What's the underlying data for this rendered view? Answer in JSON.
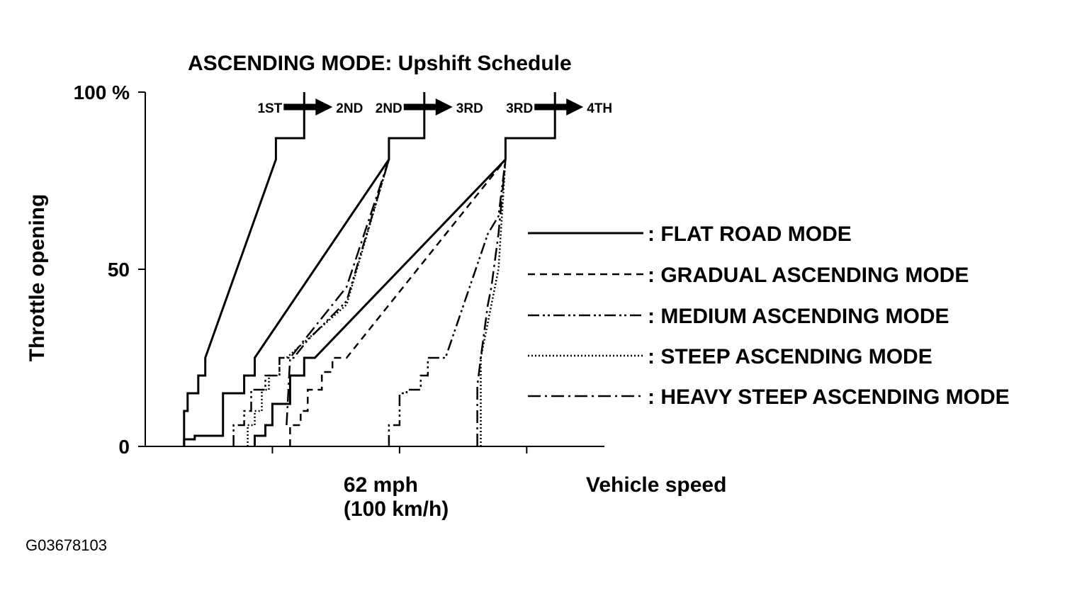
{
  "chart_data": {
    "type": "line",
    "title": "ASCENDING MODE: Upshift Schedule",
    "ylabel": "Throttle opening",
    "xlabel": "Vehicle speed",
    "ylim": [
      0,
      100
    ],
    "xlim": [
      0,
      130
    ],
    "yticks": [
      {
        "value": 0,
        "label": "0"
      },
      {
        "value": 50,
        "label": "50"
      },
      {
        "value": 100,
        "label": "100 %"
      }
    ],
    "xticks": [
      36,
      72,
      108
    ],
    "xtick_label": {
      "value": 72,
      "line1": "62 mph",
      "line2": "(100 km/h)"
    },
    "shift_labels": [
      {
        "from": "1ST",
        "to": "2ND"
      },
      {
        "from": "2ND",
        "to": "3RD"
      },
      {
        "from": "3RD",
        "to": "4TH"
      }
    ],
    "figure_id": "G03678103",
    "series": [
      {
        "name": "FLAT ROAD MODE",
        "style": "solid",
        "lines": [
          {
            "x": [
              11,
              11,
              12,
              12,
              15,
              15,
              17,
              17,
              37,
              37,
              45,
              45
            ],
            "y": [
              0,
              10,
              10,
              15,
              15,
              20,
              20,
              25,
              81,
              87,
              87,
              100
            ]
          },
          {
            "x": [
              11,
              11,
              14,
              14,
              22,
              22,
              28,
              28,
              31,
              31,
              31,
              69,
              69,
              79,
              79
            ],
            "y": [
              0,
              2,
              2,
              3,
              3,
              15,
              15,
              20,
              20,
              25,
              25,
              81,
              87,
              87,
              100
            ]
          },
          {
            "x": [
              31,
              31,
              34,
              34,
              36,
              36,
              41,
              41,
              45,
              45,
              48,
              48,
              102,
              102,
              116,
              116
            ],
            "y": [
              0,
              3,
              3,
              6,
              6,
              12,
              12,
              20,
              20,
              25,
              25,
              25,
              81,
              87,
              87,
              100
            ]
          }
        ]
      },
      {
        "name": "GRADUAL ASCENDING MODE",
        "style": "dashed",
        "lines": [
          {
            "x": [
              41,
              41,
              44,
              44,
              46,
              46,
              50,
              50,
              53,
              53,
              57,
              102
            ],
            "y": [
              0,
              6,
              6,
              10,
              10,
              16,
              16,
              21,
              21,
              25,
              25,
              81
            ]
          }
        ]
      },
      {
        "name": "MEDIUM ASCENDING MODE",
        "style": "dashdotdot",
        "lines": [
          {
            "x": [
              25,
              25,
              28,
              28,
              30,
              30,
              34,
              34,
              38,
              38,
              42,
              46,
              57,
              69
            ],
            "y": [
              0,
              6,
              6,
              10,
              10,
              16,
              16,
              20,
              20,
              25,
              25,
              30,
              41,
              81
            ]
          },
          {
            "x": [
              69,
              69,
              72,
              72,
              74,
              74,
              78,
              78,
              80,
              80,
              85,
              97,
              100,
              102
            ],
            "y": [
              0,
              6,
              6,
              15,
              15,
              16,
              16,
              20,
              20,
              25,
              25,
              60,
              65,
              81
            ]
          }
        ]
      },
      {
        "name": "STEEP ASCENDING MODE",
        "style": "dotted",
        "lines": [
          {
            "x": [
              29,
              29,
              31,
              31,
              33,
              33,
              35,
              35,
              38,
              38,
              40,
              57,
              69
            ],
            "y": [
              0,
              6,
              6,
              10,
              10,
              16,
              16,
              20,
              20,
              25,
              25,
              40,
              81
            ]
          },
          {
            "x": [
              95,
              95,
              96,
              98,
              100,
              102
            ],
            "y": [
              0,
              25,
              30,
              40,
              50,
              81
            ]
          }
        ]
      },
      {
        "name": "HEAVY STEEP ASCENDING MODE",
        "style": "dashdot",
        "lines": [
          {
            "x": [
              40,
              41,
              57,
              69
            ],
            "y": [
              6,
              25,
              45,
              81
            ]
          },
          {
            "x": [
              94,
              94,
              95,
              97,
              98,
              100,
              102
            ],
            "y": [
              0,
              17,
              25,
              40,
              45,
              60,
              81
            ]
          }
        ]
      }
    ]
  }
}
